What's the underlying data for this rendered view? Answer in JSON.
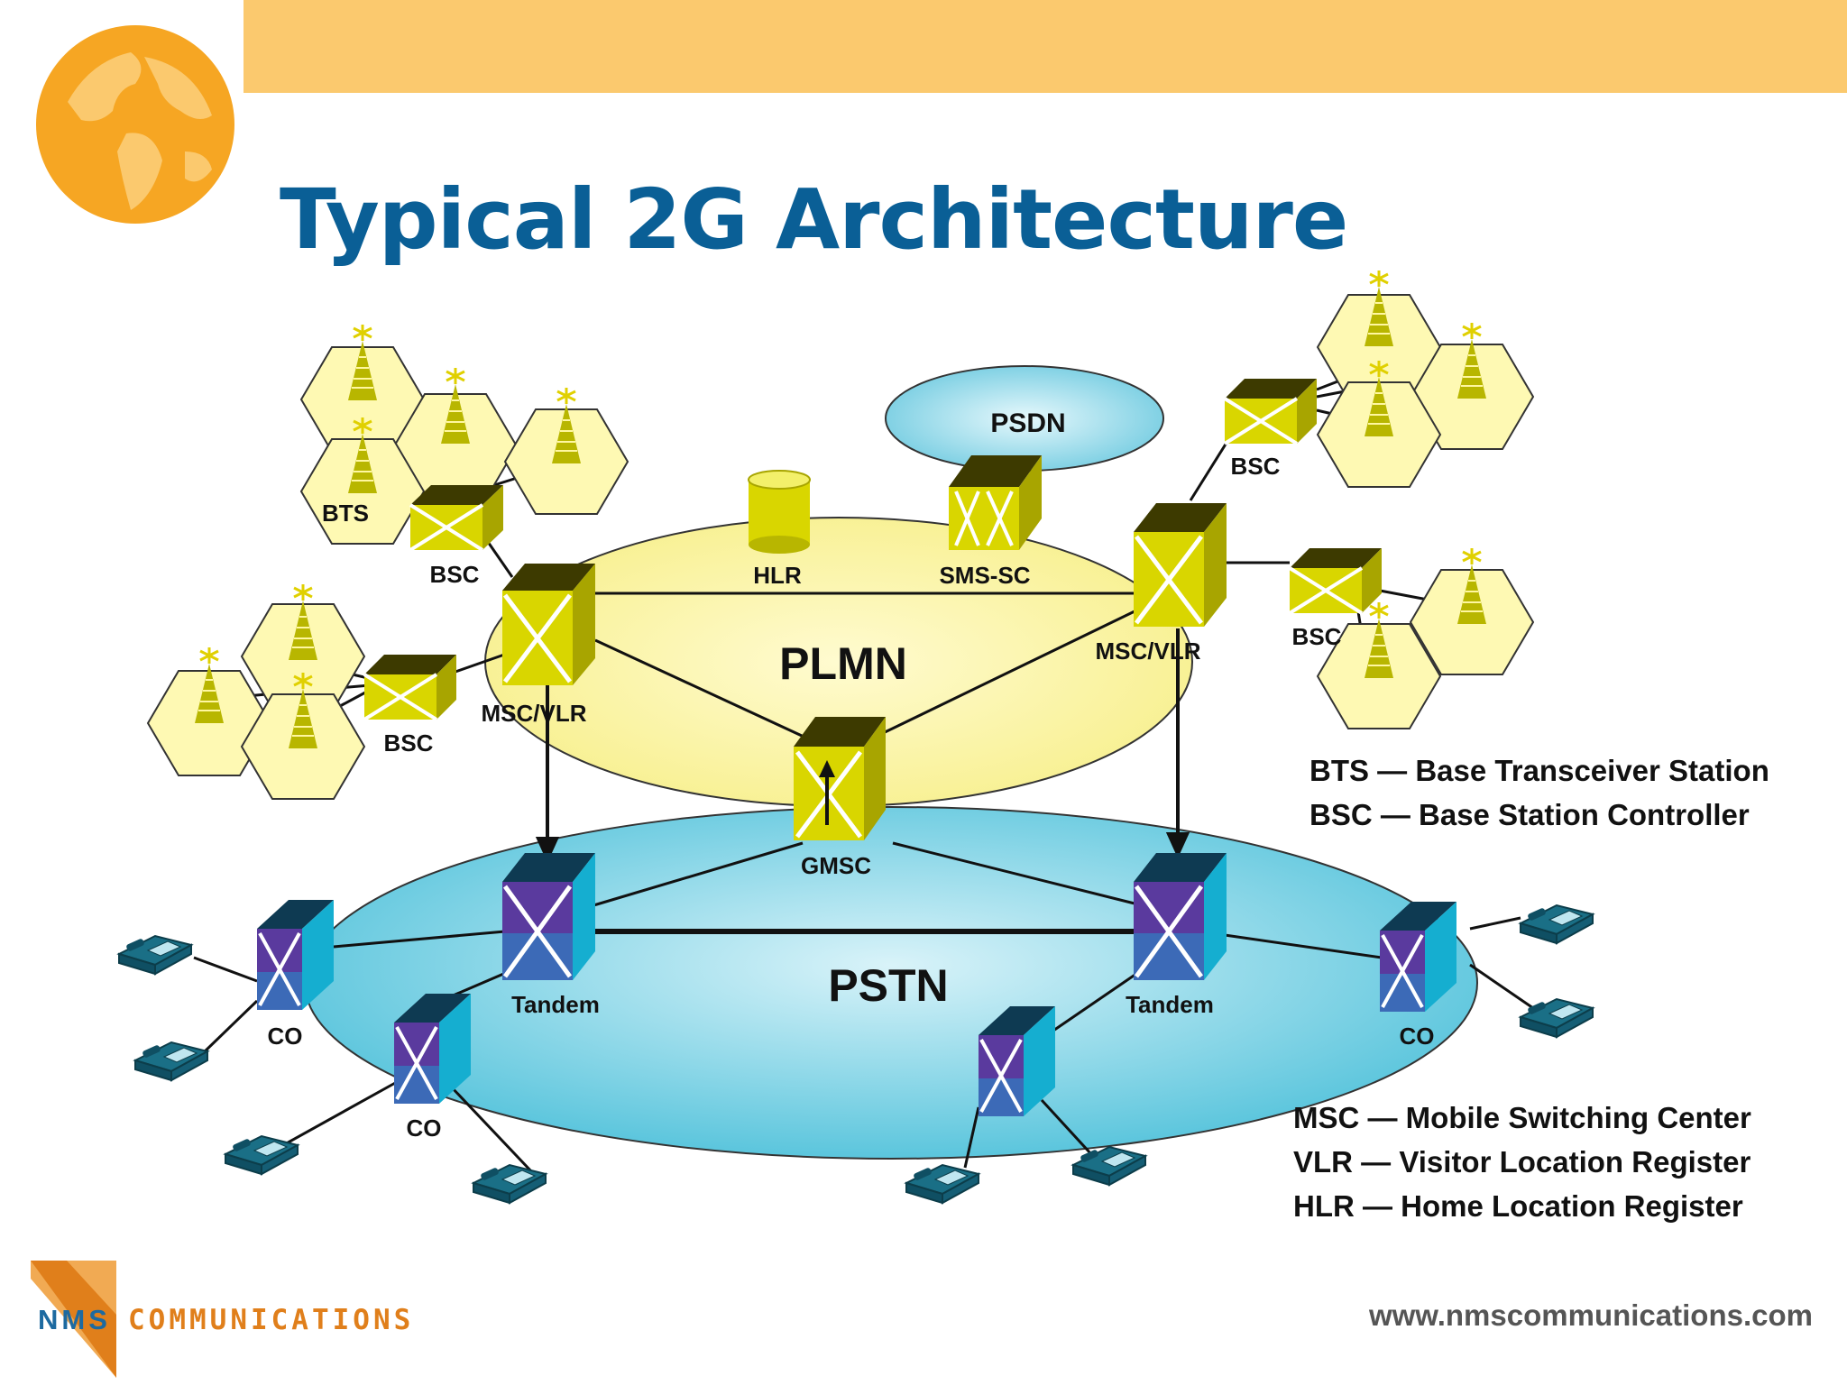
{
  "title": "Typical 2G Architecture",
  "networks": {
    "plmn": "PLMN",
    "pstn": "PSTN",
    "psdn": "PSDN"
  },
  "nodes": {
    "hlr": "HLR",
    "sms_sc": "SMS-SC",
    "gmsc": "GMSC",
    "msc_vlr_left": "MSC/VLR",
    "msc_vlr_right": "MSC/VLR",
    "bts": "BTS",
    "bsc_top_left": "BSC",
    "bsc_left": "BSC",
    "bsc_top_right": "BSC",
    "bsc_right": "BSC",
    "tandem_left": "Tandem",
    "tandem_right": "Tandem",
    "co_left": "CO",
    "co_mid": "CO",
    "co_right": "CO"
  },
  "legend": [
    "BTS — Base Transceiver Station",
    "BSC — Base Station Controller",
    "MSC — Mobile Switching Center",
    "VLR — Visitor Location Register",
    "HLR — Home Location Register"
  ],
  "footer": {
    "logo_nms": "NMS",
    "logo_communications": "COMMUNICATIONS",
    "url": "www.nmscommunications.com"
  },
  "colors": {
    "title": "#0a5f96",
    "header_bar": "#fbc96e",
    "plmn_fill": "#fbf6b0",
    "pstn_fill": "#7fd3e6",
    "wireless_node": "#c9c700",
    "wired_node": "#1ba9c4"
  }
}
